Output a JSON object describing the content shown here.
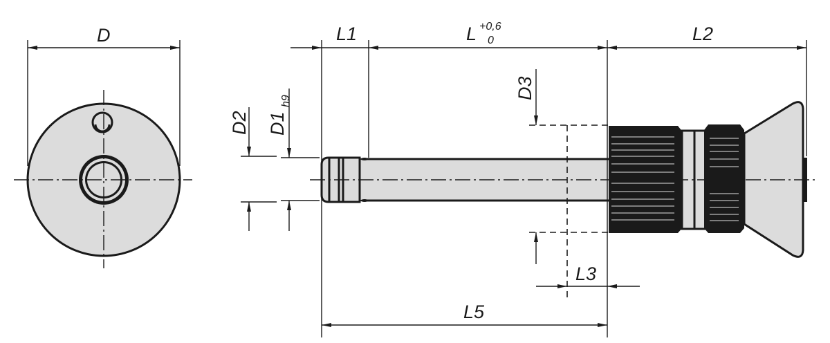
{
  "drawing": {
    "labels": {
      "D": "D",
      "L1": "L1",
      "L": "L",
      "L_tol_upper": "+0,6",
      "L_tol_lower": "0",
      "L2": "L2",
      "D2": "D2",
      "D1": "D1",
      "D1_tol": "h9",
      "D3": "D3",
      "L3": "L3",
      "L5": "L5"
    },
    "colors": {
      "line": "#1a1a1a",
      "fill": "#dcdcdc",
      "knob": "#1a1a1a"
    }
  }
}
